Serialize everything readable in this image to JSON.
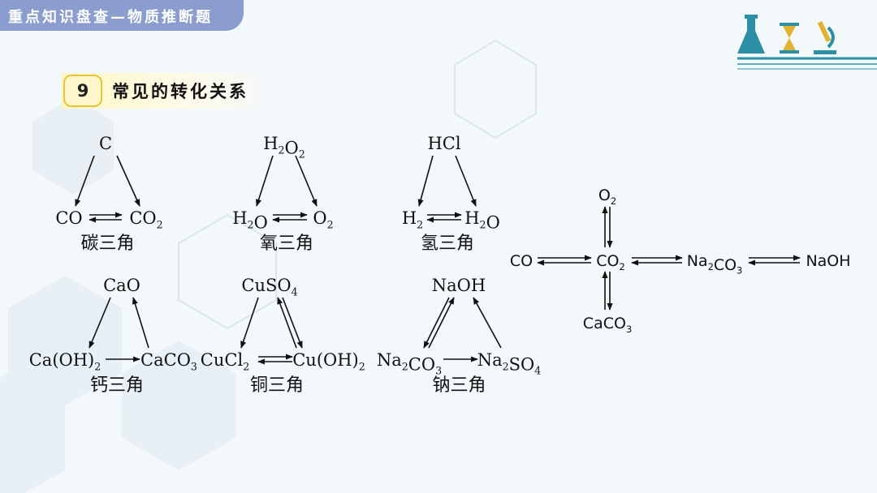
{
  "header": {
    "title": "重点知识盘查—物质推断题"
  },
  "section": {
    "number": "9",
    "title": "常见的转化关系"
  },
  "triangles": [
    {
      "name": "碳三角",
      "top": "C",
      "left": "CO",
      "right": "CO₂"
    },
    {
      "name": "氧三角",
      "top": "H₂O₂",
      "left": "H₂O",
      "right": "O₂"
    },
    {
      "name": "氢三角",
      "top": "HCl",
      "left": "H₂",
      "right": "H₂O"
    },
    {
      "name": "钙三角",
      "top": "CaO",
      "left": "Ca(OH)₂",
      "right": "CaCO₃"
    },
    {
      "name": "铜三角",
      "top": "CuSO₄",
      "left": "CuCl₂",
      "right": "Cu(OH)₂"
    },
    {
      "name": "钠三角",
      "top": "NaOH",
      "left": "Na₂CO₃",
      "right": "Na₂SO₄"
    }
  ],
  "network": {
    "o2": "O₂",
    "co": "CO",
    "co2": "CO₂",
    "na2co3": "Na₂CO₃",
    "naoh": "NaOH",
    "caco3": "CaCO₃"
  },
  "colors": {
    "header": "#8b9ccf",
    "badge_border": "#ecc23a",
    "badge_fill": "#fff7cc",
    "logo": "#2b8fa5"
  }
}
